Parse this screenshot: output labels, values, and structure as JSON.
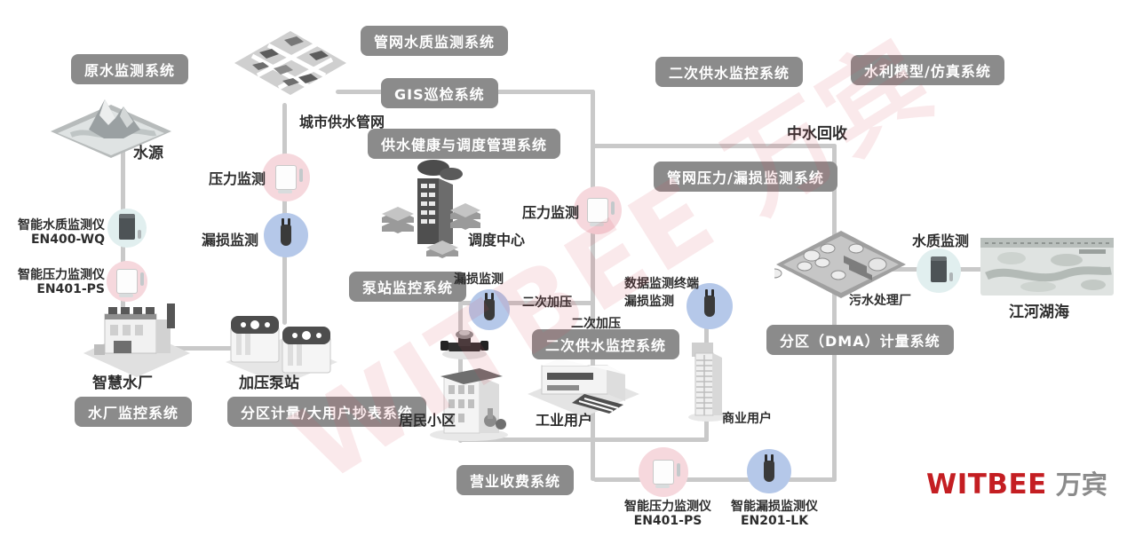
{
  "watermark": "WITBEE 万宾",
  "logo": {
    "brand": "WITBEE",
    "brand_cn": "万宾"
  },
  "colors": {
    "brand_red": "#c41e22",
    "system_box_gray": "#8b8b8b",
    "pipe_gray": "#c9c9c9",
    "circle_pink": "#f6d8dd",
    "circle_blue": "#b5c8e9",
    "circle_cyan": "#e1efef",
    "label_text": "#2d2d2d"
  },
  "system_boxes": [
    {
      "id": "raw-water",
      "label": "原水监测系统"
    },
    {
      "id": "network-quality",
      "label": "管网水质监测系统"
    },
    {
      "id": "gis",
      "label": "GIS巡检系统"
    },
    {
      "id": "dispatch-mgmt",
      "label": "供水健康与调度管理系统"
    },
    {
      "id": "secondary-top",
      "label": "二次供水监控系统"
    },
    {
      "id": "hydraulic-model",
      "label": "水利模型/仿真系统"
    },
    {
      "id": "pressure-leak",
      "label": "管网压力/漏损监测系统"
    },
    {
      "id": "pump-monitor",
      "label": "泵站监控系统"
    },
    {
      "id": "secondary-mid",
      "label": "二次供水监控系统"
    },
    {
      "id": "dma-metering",
      "label": "分区（DMA）计量系统"
    },
    {
      "id": "plant-monitor",
      "label": "水厂监控系统"
    },
    {
      "id": "district-meter",
      "label": "分区计量/大用户抄表系统"
    },
    {
      "id": "billing",
      "label": "营业收费系统"
    }
  ],
  "labels": {
    "water_source": "水源",
    "city_network": "城市供水管网",
    "pressure_monitor_left": "压力监测",
    "leak_monitor_left": "漏损监测",
    "wq_device_line1": "智能水质监测仪",
    "wq_device_line2": "EN400-WQ",
    "ps_device_line1": "智能压力监测仪",
    "ps_device_line2": "EN401-PS",
    "smart_plant": "智慧水厂",
    "pump_station": "加压泵站",
    "dispatch_center": "调度中心",
    "pressure_monitor_right": "压力监测",
    "leak_monitor_mid": "漏损监测",
    "secondary_press_1": "二次加压",
    "secondary_press_2": "二次加压",
    "data_terminal_line1": "数据监测终端",
    "data_terminal_line2": "漏损监测",
    "reclaimed_water": "中水回收",
    "sewage_plant": "污水处理厂",
    "wq_monitor_right": "水质监测",
    "rivers_lakes": "江河湖海",
    "residential": "居民小区",
    "industrial": "工业用户",
    "commercial": "商业用户",
    "bottom_ps_line1": "智能压力监测仪",
    "bottom_ps_line2": "EN401-PS",
    "bottom_lk_line1": "智能漏损监测仪",
    "bottom_lk_line2": "EN201-LK"
  }
}
